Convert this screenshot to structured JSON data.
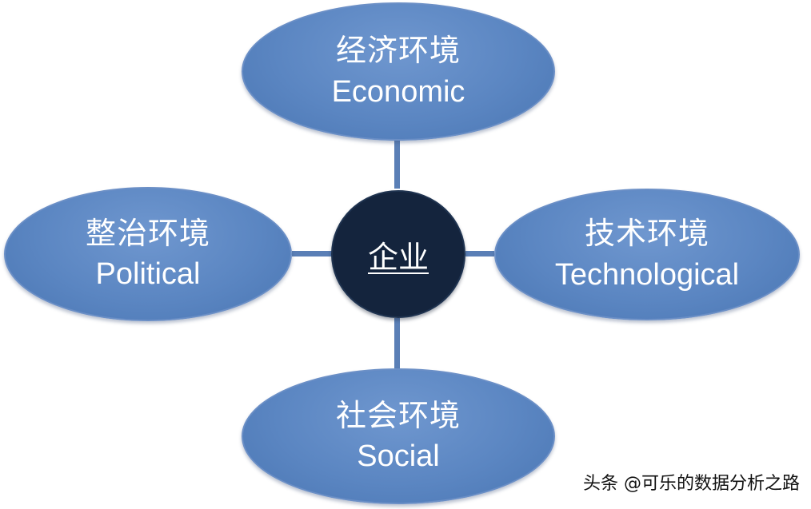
{
  "center": {
    "label": "企业"
  },
  "nodes": {
    "economic": {
      "zh": "经济环境",
      "en": "Economic"
    },
    "political": {
      "zh": "整治环境",
      "en": "Political"
    },
    "technological": {
      "zh": "技术环境",
      "en": "Technological"
    },
    "social": {
      "zh": "社会环境",
      "en": "Social"
    }
  },
  "watermark": "头条 @可乐的数据分析之路",
  "colors": {
    "node_fill": "#5b86c2",
    "hub_fill": "#14243d",
    "connector": "#5a7fb6",
    "text": "#ffffff"
  }
}
